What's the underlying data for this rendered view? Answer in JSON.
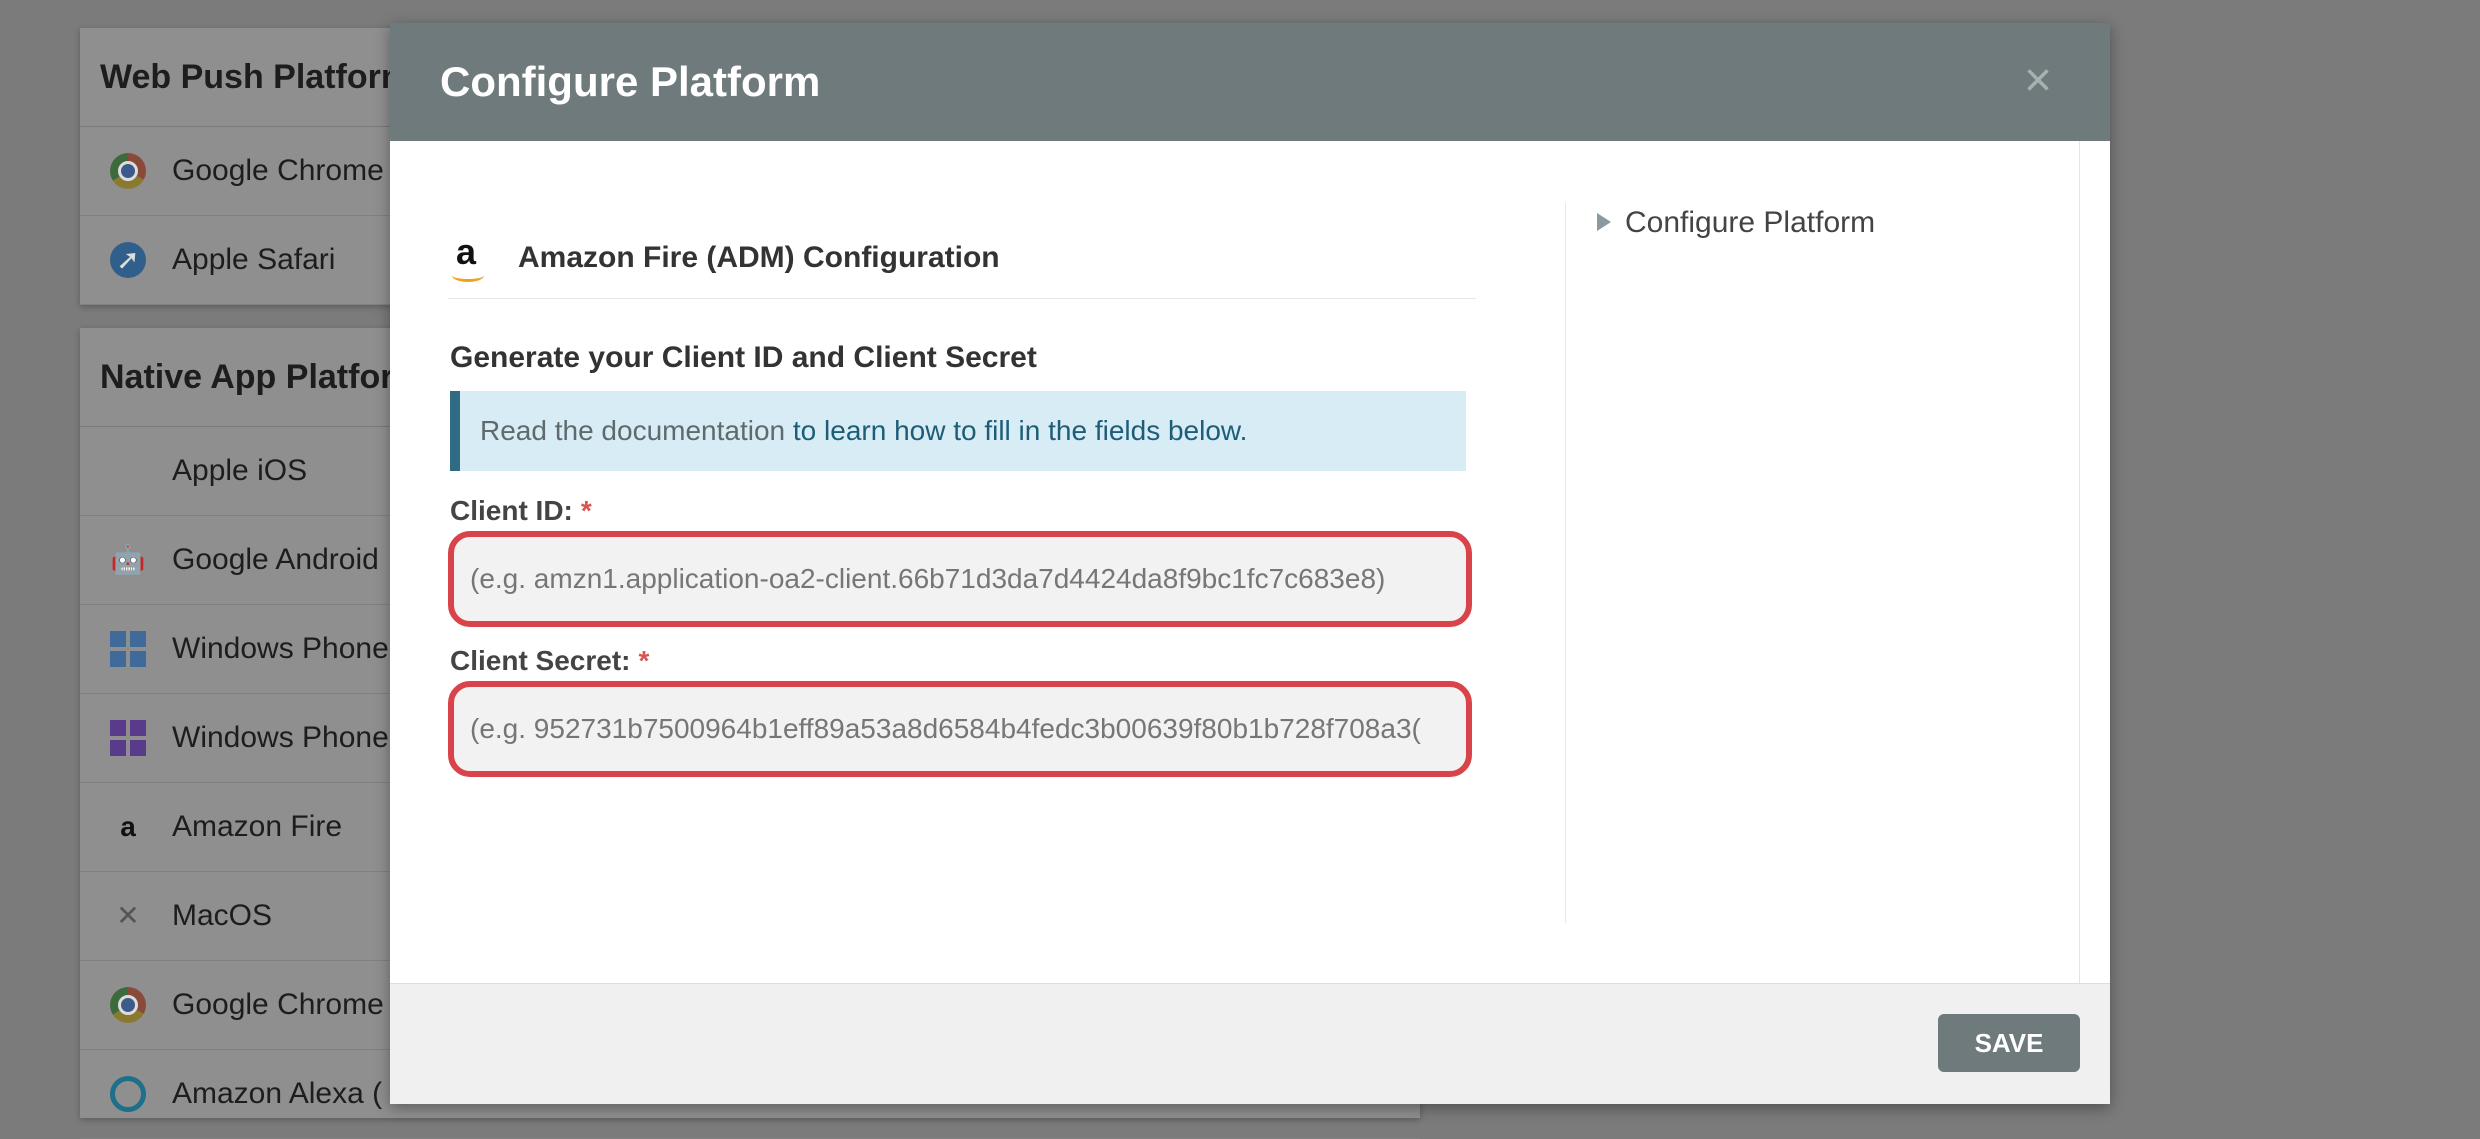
{
  "background": {
    "web_push": {
      "title": "Web Push Platforms",
      "items": [
        {
          "label": "Google Chrome",
          "icon": "chrome-icon"
        },
        {
          "label": "Apple Safari",
          "icon": "safari-icon"
        }
      ]
    },
    "native": {
      "title": "Native App Platforms",
      "items": [
        {
          "label": "Apple iOS",
          "icon": "apple-icon"
        },
        {
          "label": "Google Android",
          "icon": "android-icon"
        },
        {
          "label": "Windows Phone",
          "icon": "windows-icon"
        },
        {
          "label": "Windows Phone",
          "icon": "windows-icon"
        },
        {
          "label": "Amazon Fire",
          "icon": "amazon-icon"
        },
        {
          "label": "MacOS",
          "icon": "macos-icon"
        },
        {
          "label": "Google Chrome",
          "icon": "chrome-app-icon"
        },
        {
          "label": "Amazon Alexa (",
          "icon": "alexa-icon"
        }
      ]
    }
  },
  "modal": {
    "title": "Configure Platform",
    "close_glyph": "×",
    "config_title": "Amazon Fire (ADM) Configuration",
    "section_title": "Generate your Client ID and Client Secret",
    "info_prefix": "Read the documentation ",
    "info_link": "to learn how to fill in the fields below.",
    "client_id": {
      "label": "Client ID:",
      "required": "*",
      "value": "",
      "placeholder": "(e.g. amzn1.application-oa2-client.66b71d3da7d4424da8f9bc1fc7c683e8)"
    },
    "client_secret": {
      "label": "Client Secret:",
      "required": "*",
      "value": "",
      "placeholder": "(e.g. 952731b7500964b1eff89a53a8d6584b4fedc3b00639f80b1b728f708a3("
    },
    "side_nav_item": "Configure Platform",
    "save_label": "SAVE"
  },
  "colors": {
    "header": "#6f7a7c",
    "error_border": "#d9434a",
    "info_bg": "#d7ecf4",
    "info_accent": "#2f6b82"
  }
}
